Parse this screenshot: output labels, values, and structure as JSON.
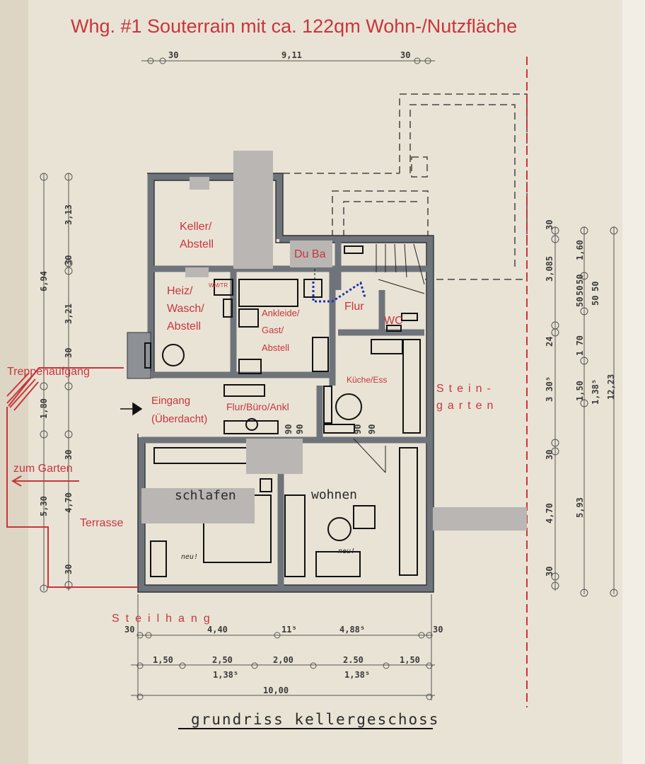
{
  "title": "Whg. #1 Souterrain mit ca. 122qm Wohn-/Nutzfläche",
  "plan_caption": "grundriss kellergeschoss",
  "colors": {
    "annotation_red": "#c8353d",
    "paper": "#e9e3d5",
    "wall": "#6f747b",
    "route_blue": "#1f2fb0"
  },
  "rooms": {
    "keller": [
      "Keller/",
      "Abstell"
    ],
    "duba": "Du Ba",
    "heiz": [
      "Heiz/",
      "Wasch/",
      "Abstell"
    ],
    "wmtr": "WM/TR",
    "ankleide": [
      "Ankleide/",
      "Gast/",
      "Abstell"
    ],
    "flur": "Flur",
    "wc": "WC",
    "kueche": "Küche/Ess",
    "steingarten": [
      "Stein-",
      "garten"
    ],
    "eingang": [
      "Eingang",
      "(Überdacht)"
    ],
    "flur_buero": "Flur/Büro/Ankl",
    "schlafen": "schlafen",
    "wohnen": "wohnen"
  },
  "outside": {
    "treppenaufgang": "Treppenaufgang",
    "zum_garten": "zum Garten",
    "terrasse": "Terrasse",
    "steilhang": "Steilhang"
  },
  "dimensions": {
    "top": [
      "30",
      "9,11",
      "30"
    ],
    "left_outer": [
      "6,94",
      "1,80",
      "5,30"
    ],
    "left_inner": [
      "3,13",
      "30",
      "3,21",
      "30",
      "30",
      "4,70",
      "30"
    ],
    "right_inner": [
      "30",
      "3,085",
      "24",
      "3 30⁵",
      "30",
      "4,70",
      "30"
    ],
    "right_mid": [
      "1,60",
      "50",
      "50",
      "50",
      "50",
      "50",
      "1 70",
      "1,50",
      "1,38⁵",
      "5,93"
    ],
    "right_outer": [
      "12,23"
    ],
    "bottom_row1": [
      "30",
      "4,40",
      "11⁵",
      "4,88⁵",
      "30"
    ],
    "bottom_row2": [
      "1,50",
      "2,50",
      "2,00",
      "2.50",
      "1,50"
    ],
    "bottom_row2b": [
      "1,38⁵",
      "1,38⁵"
    ],
    "bottom_total": "10,00",
    "door_marks": [
      "90",
      "90",
      "90",
      "90"
    ]
  },
  "handwritten": [
    "neu!",
    "neu!"
  ]
}
